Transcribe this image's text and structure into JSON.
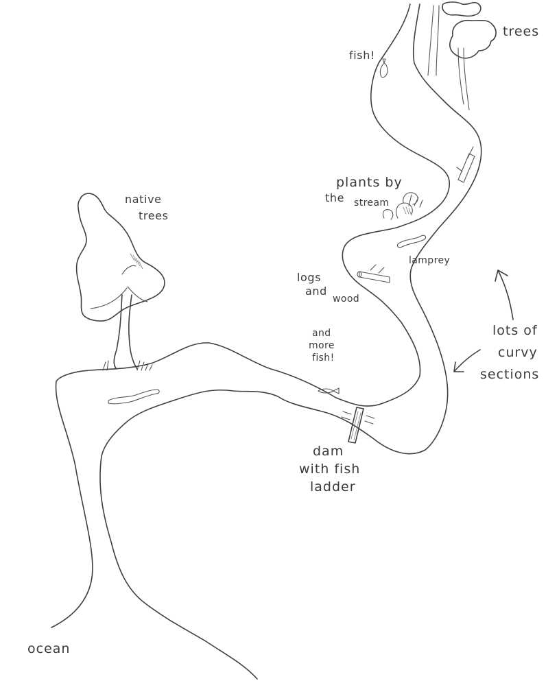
{
  "labels": {
    "fish_top": "fish!",
    "trees": "trees",
    "plants": [
      "plants by",
      "the",
      "stream"
    ],
    "native_trees": [
      "native",
      "trees"
    ],
    "lamprey": "lamprey",
    "logs": [
      "logs",
      "and",
      "wood"
    ],
    "more_fish": [
      "and",
      "more",
      "fish!"
    ],
    "curvy": [
      "lots of",
      "curvy",
      "sections"
    ],
    "dam": [
      "dam",
      "with fish",
      "ladder"
    ],
    "ocean": "ocean"
  },
  "ink_color": "#3f3f3f"
}
